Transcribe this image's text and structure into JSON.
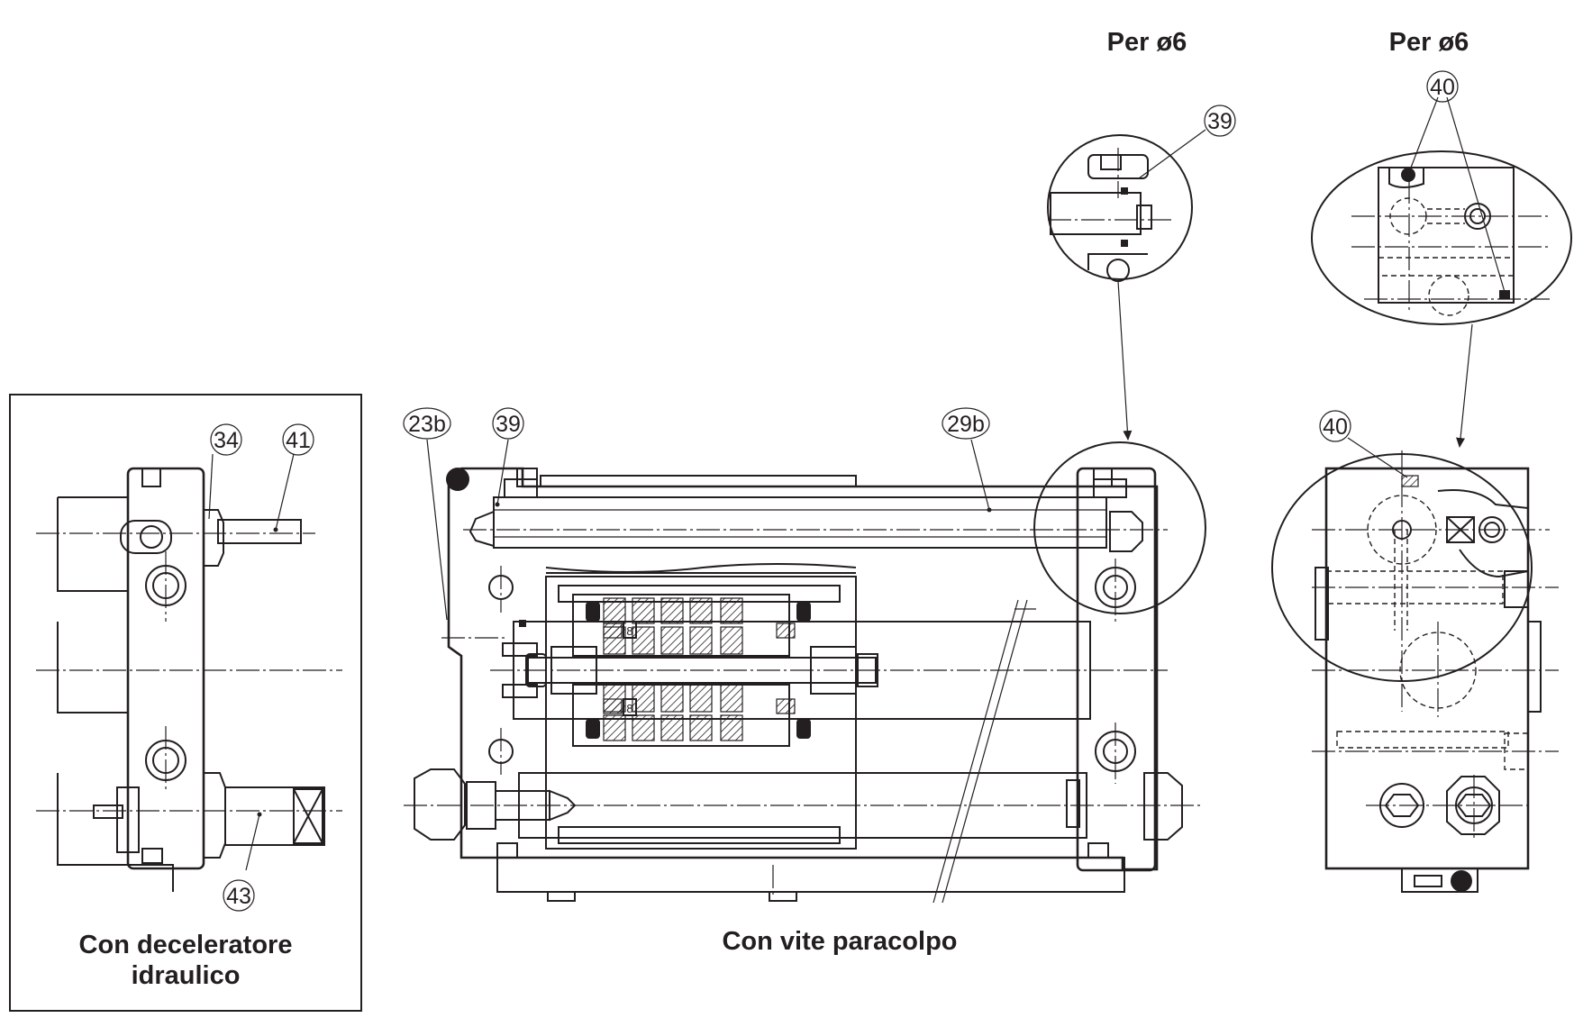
{
  "captions": {
    "hydraulic_damper": [
      "Con deceleratore",
      "idraulico"
    ],
    "stopper_screw": "Con vite paracolpo",
    "detail_left": "Per ø6",
    "detail_right": "Per ø6"
  },
  "callouts": {
    "c34": "34",
    "c41": "41",
    "c43": "43",
    "c23b": "23b",
    "c39a": "39",
    "c29b": "29b",
    "c39b": "39",
    "c40a": "40",
    "c40b": "40"
  },
  "piston_labels": {
    "upper": "8",
    "lower": "8"
  }
}
